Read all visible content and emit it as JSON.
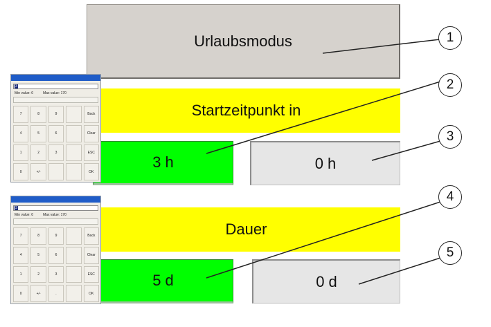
{
  "mode_button": {
    "label": "Urlaubsmodus"
  },
  "start": {
    "label": "Startzeitpunkt in",
    "value": "3 h",
    "right_value": "0 h"
  },
  "duration": {
    "label": "Dauer",
    "value": "5 d",
    "right_value": "0 d"
  },
  "callouts": [
    "1",
    "2",
    "3",
    "4",
    "5"
  ],
  "keypads": [
    {
      "display_value": "3",
      "min_label": "Min value:",
      "min_value": "0",
      "max_label": "Max value:",
      "max_value": "170",
      "keys": [
        "7",
        "8",
        "9",
        "",
        "Back",
        "4",
        "5",
        "6",
        "",
        "Clear",
        "1",
        "2",
        "3",
        "",
        "ESC",
        "0",
        "+/-",
        "",
        "",
        "OK"
      ]
    },
    {
      "display_value": "3",
      "min_label": "Min value:",
      "min_value": "0",
      "max_label": "Max value:",
      "max_value": "170",
      "keys": [
        "7",
        "8",
        "9",
        "",
        "Back",
        "4",
        "5",
        "6",
        "",
        "Clear",
        "1",
        "2",
        "3",
        "",
        "ESC",
        "0",
        "+/-",
        ".",
        "",
        "OK"
      ]
    }
  ],
  "colors": {
    "yellow": "#ffff00",
    "green": "#00ff00",
    "grey_button": "#d6d2cd",
    "grey_field": "#e6e6e6",
    "keypad_title": "#1f5cc8"
  }
}
